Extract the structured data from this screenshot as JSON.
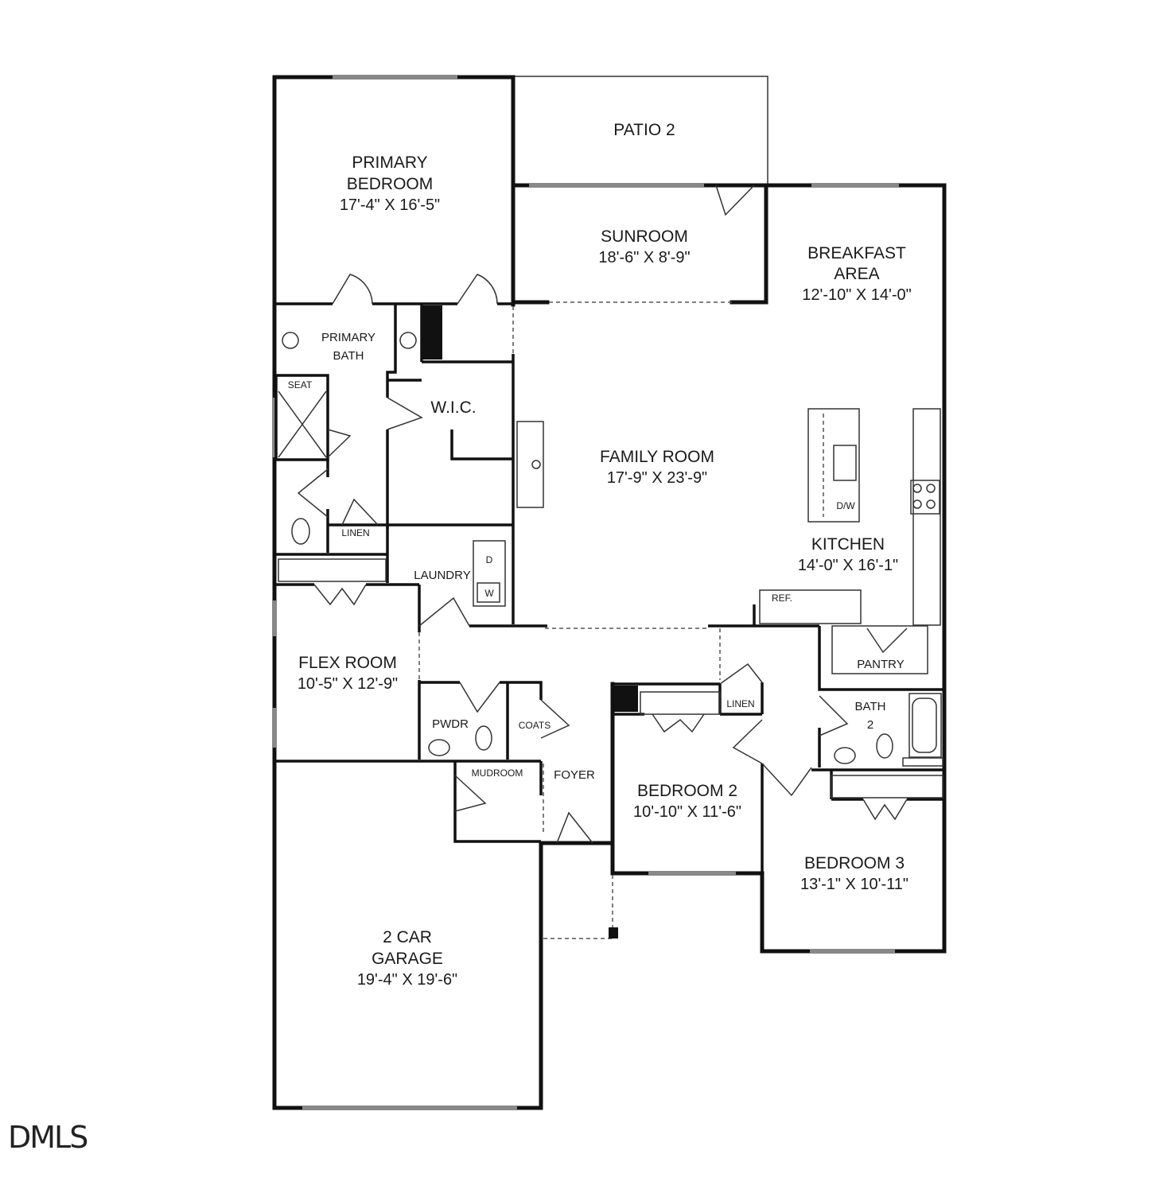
{
  "rooms": {
    "patio": {
      "name": "PATIO 2"
    },
    "primary_bedroom": {
      "name_l1": "PRIMARY",
      "name_l2": "BEDROOM",
      "dim": "17'-4\" X 16'-5\""
    },
    "sunroom": {
      "name": "SUNROOM",
      "dim": "18'-6\" X 8'-9\""
    },
    "breakfast": {
      "name_l1": "BREAKFAST",
      "name_l2": "AREA",
      "dim": "12'-10\" X 14'-0\""
    },
    "primary_bath": {
      "name_l1": "PRIMARY",
      "name_l2": "BATH"
    },
    "seat": {
      "name": "SEAT"
    },
    "wic": {
      "name": "W.I.C."
    },
    "family_room": {
      "name": "FAMILY ROOM",
      "dim": "17'-9\" X 23'-9\""
    },
    "linen_primary": {
      "name": "LINEN"
    },
    "laundry": {
      "name": "LAUNDRY"
    },
    "kitchen": {
      "name": "KITCHEN",
      "dim": "14'-0\" X 16'-1\""
    },
    "ref": {
      "name": "REF."
    },
    "pantry": {
      "name": "PANTRY"
    },
    "flex_room": {
      "name": "FLEX ROOM",
      "dim": "10'-5\" X 12'-9\""
    },
    "pwdr": {
      "name": "PWDR"
    },
    "coats": {
      "name": "COATS"
    },
    "linen_hall": {
      "name": "LINEN"
    },
    "bath2": {
      "name_l1": "BATH",
      "name_l2": "2"
    },
    "mudroom": {
      "name": "MUDROOM"
    },
    "foyer": {
      "name": "FOYER"
    },
    "bedroom2": {
      "name": "BEDROOM 2",
      "dim": "10'-10\" X 11'-6\""
    },
    "bedroom3": {
      "name": "BEDROOM 3",
      "dim": "13'-1\" X 10'-11\""
    },
    "garage": {
      "name_l1": "2 CAR",
      "name_l2": "GARAGE",
      "dim": "19'-4\" X 19'-6\""
    }
  },
  "fixtures": {
    "dw": "D/W",
    "dryer": "D",
    "washer": "W"
  },
  "watermark": "DMLS"
}
